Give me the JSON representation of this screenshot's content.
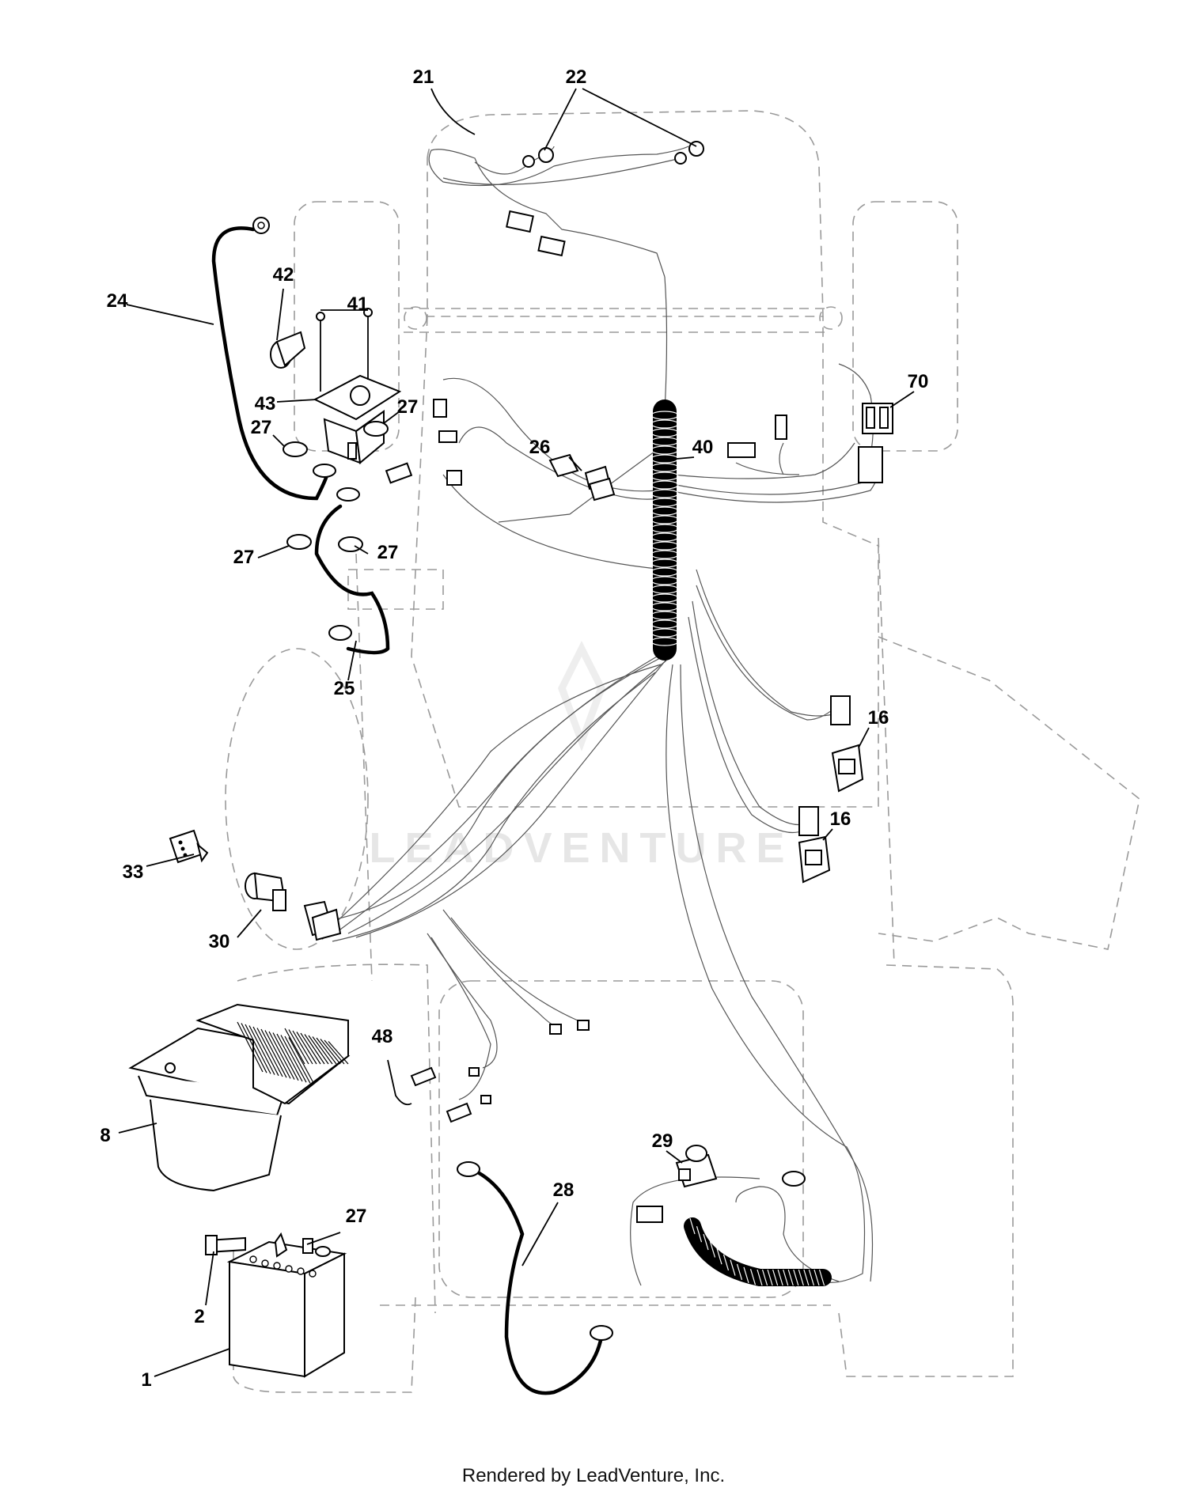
{
  "callouts": [
    {
      "id": "21",
      "label": "21"
    },
    {
      "id": "22",
      "label": "22"
    },
    {
      "id": "24",
      "label": "24"
    },
    {
      "id": "42",
      "label": "42"
    },
    {
      "id": "41",
      "label": "41"
    },
    {
      "id": "43",
      "label": "43"
    },
    {
      "id": "27a",
      "label": "27"
    },
    {
      "id": "27b",
      "label": "27"
    },
    {
      "id": "27c",
      "label": "27"
    },
    {
      "id": "27d",
      "label": "27"
    },
    {
      "id": "27e",
      "label": "27"
    },
    {
      "id": "26",
      "label": "26"
    },
    {
      "id": "40",
      "label": "40"
    },
    {
      "id": "70",
      "label": "70"
    },
    {
      "id": "25",
      "label": "25"
    },
    {
      "id": "16a",
      "label": "16"
    },
    {
      "id": "16b",
      "label": "16"
    },
    {
      "id": "33",
      "label": "33"
    },
    {
      "id": "30",
      "label": "30"
    },
    {
      "id": "48",
      "label": "48"
    },
    {
      "id": "8",
      "label": "8"
    },
    {
      "id": "29",
      "label": "29"
    },
    {
      "id": "28",
      "label": "28"
    },
    {
      "id": "2",
      "label": "2"
    },
    {
      "id": "1",
      "label": "1"
    }
  ],
  "watermark": {
    "text": "LEADVENTURE"
  },
  "footer": {
    "text": "Rendered by LeadVenture, Inc."
  }
}
